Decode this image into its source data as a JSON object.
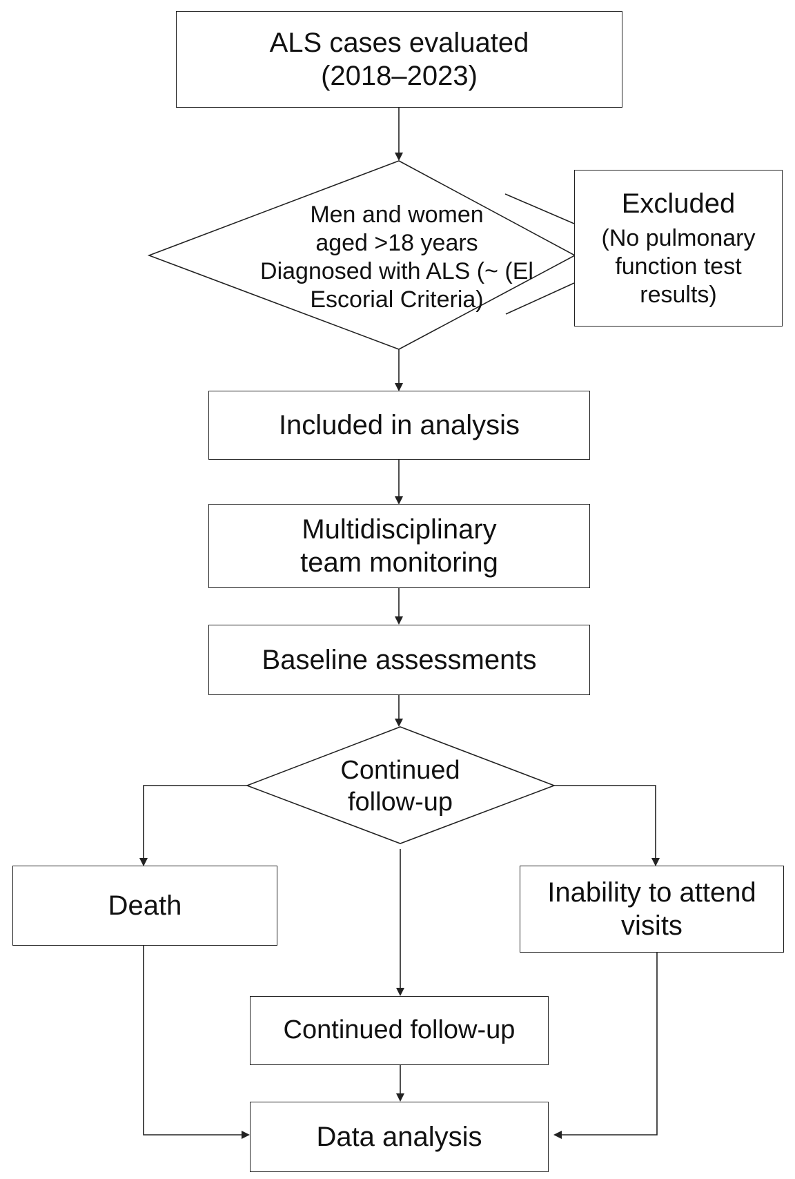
{
  "nodes": {
    "cases": {
      "lines": [
        "ALS cases evaluated",
        "(2018–2023)"
      ]
    },
    "criteria": {
      "lines": [
        "Men and women",
        "aged >18 years",
        "Diagnosed with ALS (~ (El",
        "Escorial Criteria)"
      ]
    },
    "excluded": {
      "title": "Excluded",
      "lines": [
        "(No pulmonary",
        "function test",
        "results)"
      ]
    },
    "included": {
      "text": "Included in analysis"
    },
    "monitoring": {
      "lines": [
        "Multidisciplinary",
        "team monitoring"
      ]
    },
    "baseline": {
      "text": "Baseline assessments"
    },
    "followup_decision": {
      "lines": [
        "Continued",
        "follow-up"
      ]
    },
    "death": {
      "text": "Death"
    },
    "inability": {
      "lines": [
        "Inability to attend",
        "visits"
      ]
    },
    "continued": {
      "text": "Continued follow-up"
    },
    "analysis": {
      "text": "Data analysis"
    }
  },
  "colors": {
    "stroke": "#222222",
    "background": "#ffffff",
    "text": "#111111"
  }
}
